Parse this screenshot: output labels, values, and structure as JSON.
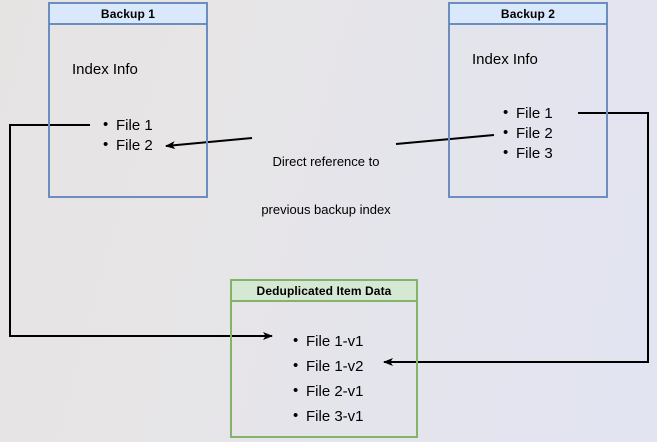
{
  "diagram": {
    "type": "flow-diagram",
    "title_hidden": "",
    "background_colors": {
      "gradient_from": "#e6e3e3",
      "gradient_to": "#e2e4f2"
    },
    "palette": {
      "blue_border": "#6c8ebf",
      "blue_fill": "#dae8fc",
      "green_border": "#82b366",
      "green_fill": "#d5e8d4",
      "edge": "#000000"
    },
    "boxes": [
      {
        "id": "backup1",
        "header": "Backup 1",
        "subtitle": "Index Info",
        "items": [
          "File 1",
          "File 2"
        ]
      },
      {
        "id": "backup2",
        "header": "Backup 2",
        "subtitle": "Index Info",
        "items": [
          "File 1",
          "File 2",
          "File 3"
        ]
      },
      {
        "id": "dedup",
        "header": "Deduplicated Item Data",
        "subtitle": "",
        "items": [
          "File 1-v1",
          "File 1-v2",
          "File 2-v1",
          "File 3-v1"
        ]
      }
    ],
    "annotations": [
      {
        "id": "direct-reference",
        "line1": "Direct reference to",
        "line2": "previous backup index"
      }
    ]
  }
}
